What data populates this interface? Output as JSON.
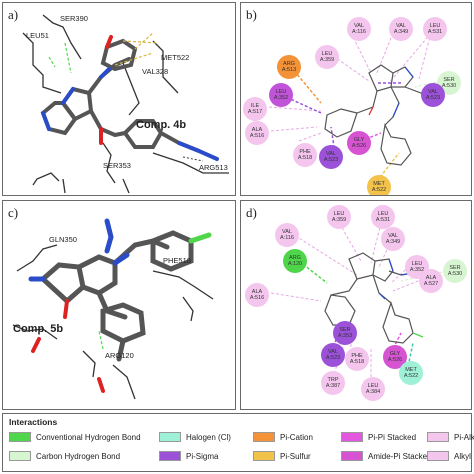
{
  "panels": {
    "a": {
      "label": "a)",
      "compound": "Comp. 4b",
      "residues": [
        "SER390",
        "LEU51",
        "MET522",
        "VAL328",
        "SER353",
        "ARG513"
      ]
    },
    "b": {
      "label": "b)",
      "residues": [
        {
          "name": "VAL",
          "id": "A:116",
          "color": "#f4c6ee"
        },
        {
          "name": "VAL",
          "id": "A:349",
          "color": "#f4c6ee"
        },
        {
          "name": "LEU",
          "id": "A:531",
          "color": "#f4c6ee"
        },
        {
          "name": "LEU",
          "id": "A:359",
          "color": "#f4c6ee"
        },
        {
          "name": "ARG",
          "id": "A:513",
          "color": "#f39236"
        },
        {
          "name": "SER",
          "id": "A:530",
          "color": "#d8f5d2"
        },
        {
          "name": "LEU",
          "id": "A:352",
          "color": "#c153d9"
        },
        {
          "name": "VAL",
          "id": "A:523",
          "color": "#9c52d8"
        },
        {
          "name": "ILE",
          "id": "A:517",
          "color": "#f4c6ee"
        },
        {
          "name": "ALA",
          "id": "A:516",
          "color": "#f4c6ee"
        },
        {
          "name": "PHE",
          "id": "A:518",
          "color": "#f4c6ee"
        },
        {
          "name": "VAL",
          "id": "A:523",
          "color": "#9c52d8"
        },
        {
          "name": "GLY",
          "id": "A:526",
          "color": "#d653d2"
        },
        {
          "name": "MET",
          "id": "A:522",
          "color": "#f2c24a"
        }
      ]
    },
    "c": {
      "label": "c)",
      "compound": "Comp. 5b",
      "residues": [
        "GLN350",
        "PHE518",
        "ARG120"
      ]
    },
    "d": {
      "label": "d)",
      "residues": [
        {
          "name": "LEU",
          "id": "A:359",
          "color": "#f4c6ee"
        },
        {
          "name": "LEU",
          "id": "A:531",
          "color": "#f4c6ee"
        },
        {
          "name": "VAL",
          "id": "A:116",
          "color": "#f4c6ee"
        },
        {
          "name": "VAL",
          "id": "A:349",
          "color": "#f4c6ee"
        },
        {
          "name": "ARG",
          "id": "A:120",
          "color": "#4ed54a"
        },
        {
          "name": "LEU",
          "id": "A:352",
          "color": "#f4c6ee"
        },
        {
          "name": "SER",
          "id": "A:530",
          "color": "#d8f5d2"
        },
        {
          "name": "ALA",
          "id": "A:516",
          "color": "#f4c6ee"
        },
        {
          "name": "ALA",
          "id": "A:527",
          "color": "#f4c6ee"
        },
        {
          "name": "SER",
          "id": "A:353",
          "color": "#9c52d8"
        },
        {
          "name": "VAL",
          "id": "A:523",
          "color": "#9c52d8"
        },
        {
          "name": "PHE",
          "id": "A:518",
          "color": "#f4c6ee"
        },
        {
          "name": "GLY",
          "id": "A:526",
          "color": "#d653d2"
        },
        {
          "name": "MET",
          "id": "A:522",
          "color": "#9ef0d6"
        },
        {
          "name": "TRP",
          "id": "A:387",
          "color": "#f4c6ee"
        },
        {
          "name": "LEU",
          "id": "A:384",
          "color": "#f4c6ee"
        }
      ]
    }
  },
  "legend": {
    "title": "Interactions",
    "items": [
      {
        "label": "Conventional Hydrogen Bond",
        "color": "#4fd64a"
      },
      {
        "label": "Halogen (Cl)",
        "color": "#9ef0d6"
      },
      {
        "label": "Pi-Cation",
        "color": "#f39236"
      },
      {
        "label": "Pi-Pi Stacked",
        "color": "#e256e0"
      },
      {
        "label": "Pi-Alkyl",
        "color": "#f4c6ee"
      },
      {
        "label": "Carbon Hydrogen Bond",
        "color": "#d8f5d2"
      },
      {
        "label": "Pi-Sigma",
        "color": "#9c52d8"
      },
      {
        "label": "Pi-Sulfur",
        "color": "#f2c24a"
      },
      {
        "label": "Amide-Pi Stacked",
        "color": "#d653d2"
      },
      {
        "label": "Alkyl",
        "color": "#f4c6ee"
      }
    ]
  }
}
